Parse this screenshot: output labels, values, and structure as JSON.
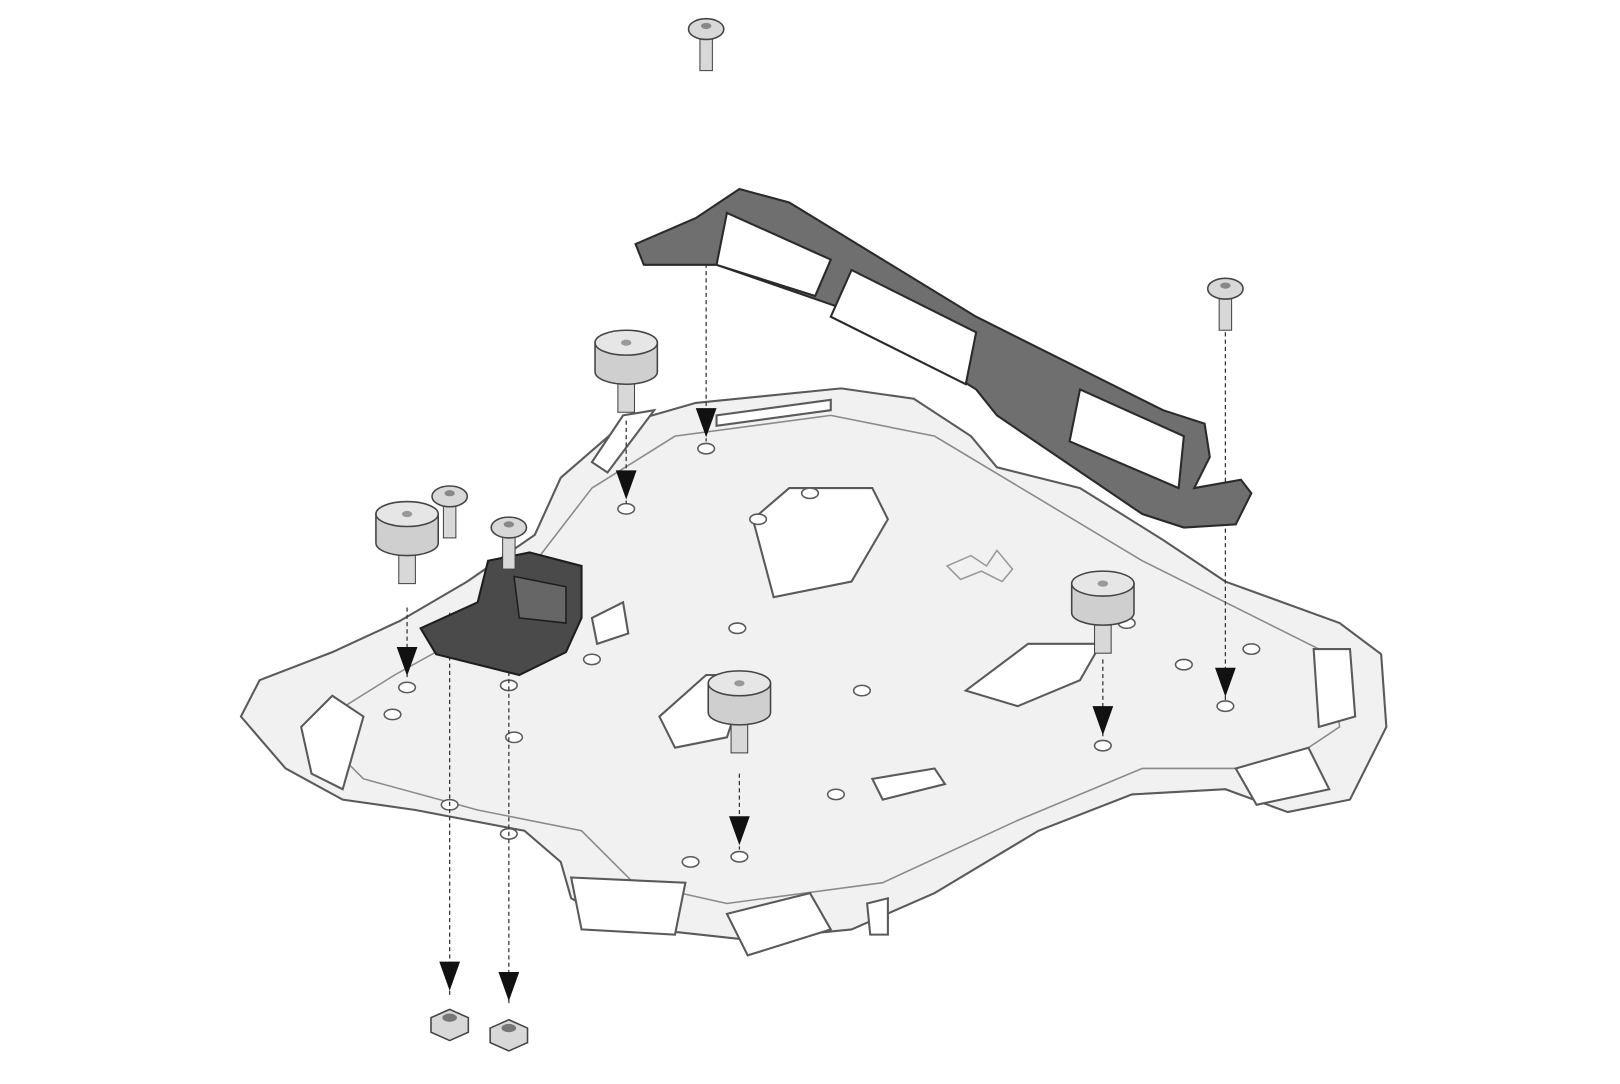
{
  "diagram": {
    "kind": "exploded-assembly",
    "colors": {
      "background": "#ffffff",
      "plate_fill": "#f1f1f1",
      "plate_stroke": "#5a5a5a",
      "bracket_fill": "#6f6f6f",
      "bracket_stroke": "#2a2a2a",
      "hardware_fill": "#d8d8d8",
      "arrow": "#111111",
      "guide_line": "#333333"
    },
    "parts": [
      {
        "name": "rack-plate"
      },
      {
        "name": "side-bracket"
      },
      {
        "name": "mount-block"
      },
      {
        "name": "spacer",
        "count": 4
      },
      {
        "name": "bolt",
        "count": 4
      },
      {
        "name": "flange-nut",
        "count": 2
      }
    ]
  }
}
